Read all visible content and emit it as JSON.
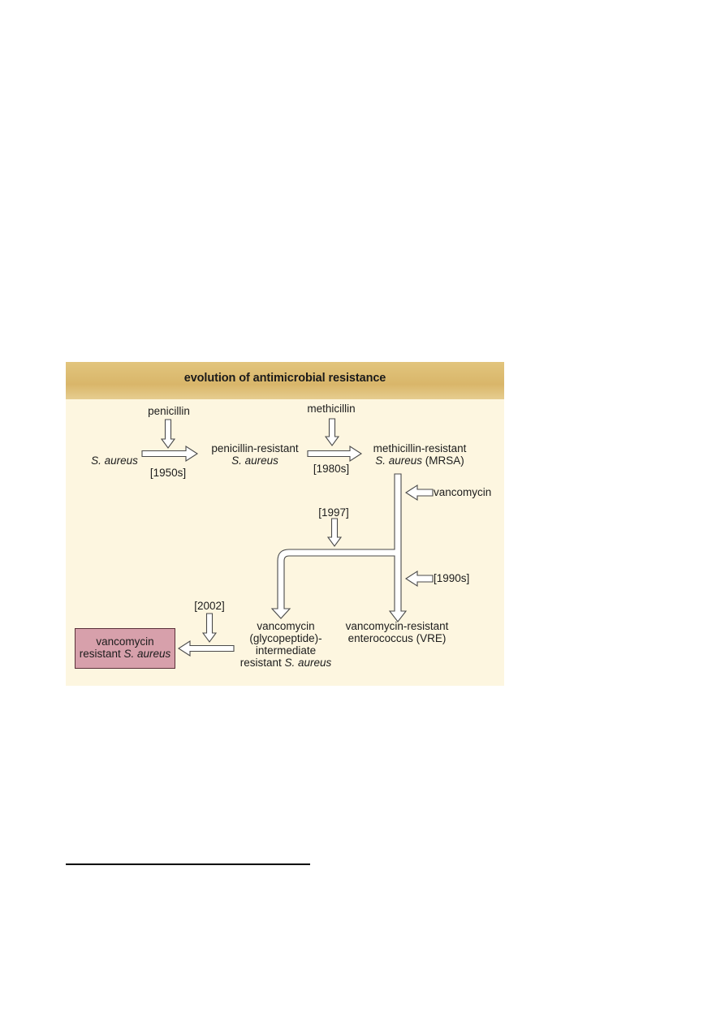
{
  "figure": {
    "title": "evolution of antimicrobial resistance",
    "colors": {
      "panel": "#fdf6e0",
      "header": "#dcbb70",
      "result_box": "#d7a0ab",
      "arrow_stroke": "#4a4a4a",
      "arrow_fill": "#ffffff"
    },
    "nodes": {
      "s_aureus": {
        "prefix": "S. aureus"
      },
      "penicillin_resistant": {
        "line1": "penicillin-resistant",
        "line2": "S. aureus"
      },
      "mrsa": {
        "line1": "methicillin-resistant",
        "line2_italic": "S. aureus",
        "line2_rest": " (MRSA)"
      },
      "visa": {
        "line1": "vancomycin",
        "line2": "(glycopeptide)-",
        "line3": "intermediate",
        "line4_prefix": "resistant ",
        "line4_italic": "S. aureus"
      },
      "vre": {
        "line1": "vancomycin-resistant",
        "line2": "enterococcus (VRE)"
      },
      "vrsa": {
        "line1": "vancomycin",
        "line2_prefix": "resistant ",
        "line2_italic": "S. aureus"
      }
    },
    "drugs": {
      "penicillin": "penicillin",
      "methicillin": "methicillin",
      "vancomycin": "vancomycin"
    },
    "dates": {
      "d1950s": "[1950s]",
      "d1980s": "[1980s]",
      "d1997": "[1997]",
      "d1990s": "[1990s]",
      "d2002": "[2002]"
    }
  }
}
